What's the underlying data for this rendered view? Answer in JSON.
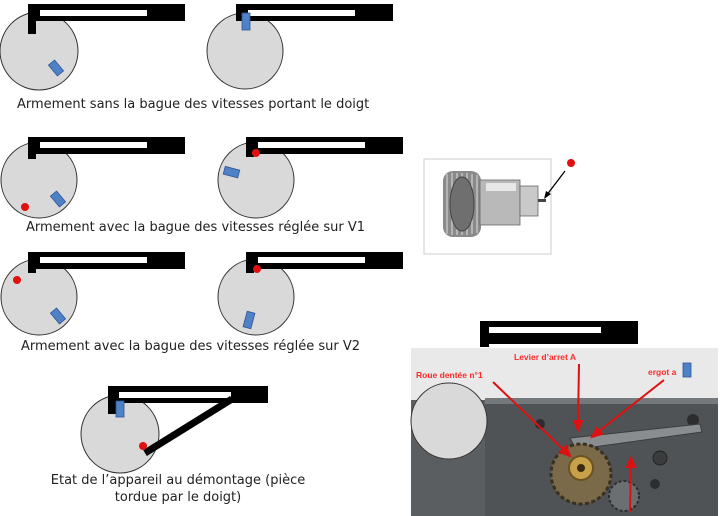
{
  "captions": {
    "row1": "Armement sans la bague des vitesses portant le doigt",
    "row2": "Armement avec la bague des vitesses réglée sur V1",
    "row3": "Armement avec la bague des vitesses réglée sur V2",
    "row4": "Etat de l’appareil au démontage (pièce tordue par le doigt)"
  },
  "photo_labels": {
    "wheel": "Roue dentée n°1",
    "lever": "Levier d’arret A",
    "pin": "ergot a"
  },
  "colors": {
    "disc_fill": "#d9d9d9",
    "bar": "#000000",
    "tab": "#4f81c7",
    "dot": "#e01010",
    "arrow": "#dd1111"
  }
}
